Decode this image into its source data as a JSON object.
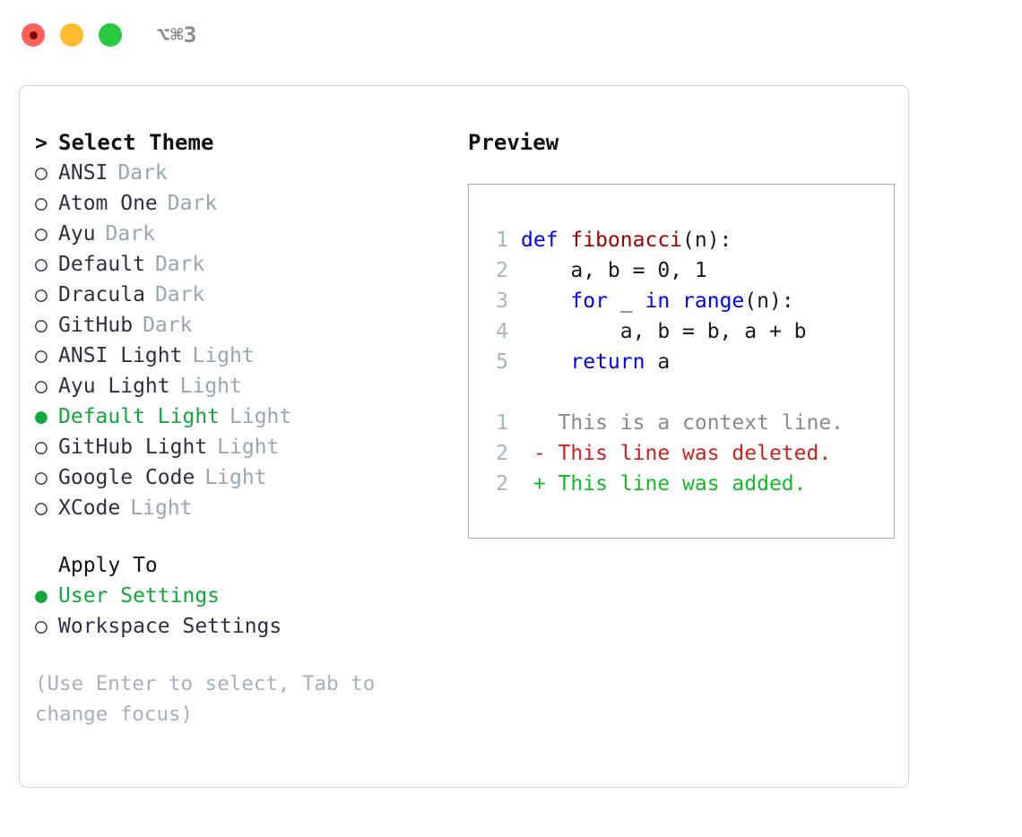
{
  "titlebar": {
    "shortcut": "⌥⌘3",
    "buttons": [
      "close",
      "minimize",
      "maximize"
    ]
  },
  "theme_picker": {
    "caret": ">",
    "title": "Select Theme",
    "marker_selected": "●",
    "marker_unselected": "○",
    "selected_color": "#12a73c",
    "items": [
      {
        "name": "ANSI",
        "kind": "Dark",
        "selected": false
      },
      {
        "name": "Atom One",
        "kind": "Dark",
        "selected": false
      },
      {
        "name": "Ayu",
        "kind": "Dark",
        "selected": false
      },
      {
        "name": "Default",
        "kind": "Dark",
        "selected": false
      },
      {
        "name": "Dracula",
        "kind": "Dark",
        "selected": false
      },
      {
        "name": "GitHub",
        "kind": "Dark",
        "selected": false
      },
      {
        "name": "ANSI Light",
        "kind": "Light",
        "selected": false
      },
      {
        "name": "Ayu Light",
        "kind": "Light",
        "selected": false
      },
      {
        "name": "Default Light",
        "kind": "Light",
        "selected": true
      },
      {
        "name": "GitHub Light",
        "kind": "Light",
        "selected": false
      },
      {
        "name": "Google Code",
        "kind": "Light",
        "selected": false
      },
      {
        "name": "XCode",
        "kind": "Light",
        "selected": false
      }
    ]
  },
  "apply_to": {
    "label": "Apply To",
    "options": [
      {
        "name": "User Settings",
        "selected": true
      },
      {
        "name": "Workspace Settings",
        "selected": false
      }
    ]
  },
  "hint": "(Use Enter to select, Tab to change focus)",
  "preview": {
    "title": "Preview",
    "code": [
      {
        "no": "1",
        "tokens": [
          {
            "t": "def ",
            "c": "kw"
          },
          {
            "t": "fibonacci",
            "c": "fn"
          },
          {
            "t": "(n):",
            "c": "plain"
          }
        ]
      },
      {
        "no": "2",
        "tokens": [
          {
            "t": "    a, b = 0, 1",
            "c": "plain"
          }
        ]
      },
      {
        "no": "3",
        "tokens": [
          {
            "t": "    ",
            "c": "plain"
          },
          {
            "t": "for",
            "c": "kw"
          },
          {
            "t": " _ ",
            "c": "plain"
          },
          {
            "t": "in ",
            "c": "kw"
          },
          {
            "t": "range",
            "c": "kw"
          },
          {
            "t": "(n):",
            "c": "plain"
          }
        ]
      },
      {
        "no": "4",
        "tokens": [
          {
            "t": "        a, b = b, a + b",
            "c": "plain"
          }
        ]
      },
      {
        "no": "5",
        "tokens": [
          {
            "t": "    ",
            "c": "plain"
          },
          {
            "t": "return",
            "c": "kw"
          },
          {
            "t": " a",
            "c": "plain"
          }
        ]
      }
    ],
    "diff": [
      {
        "no": "1",
        "prefix": " ",
        "text": "This is a context line.",
        "kind": "context"
      },
      {
        "no": "2",
        "prefix": "-",
        "text": "This line was deleted.",
        "kind": "deleted"
      },
      {
        "no": "2",
        "prefix": "+",
        "text": "This line was added.",
        "kind": "added"
      }
    ]
  }
}
